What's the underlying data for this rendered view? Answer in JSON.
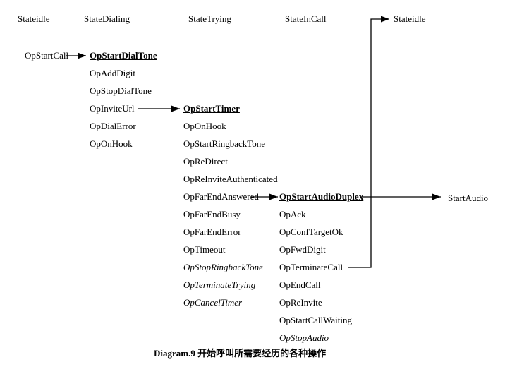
{
  "caption": "Diagram.9 开始呼叫所需要经历的各种操作",
  "columns": [
    {
      "header": "Stateidle",
      "items": [
        {
          "label": "OpStartCall",
          "style": "normal"
        }
      ]
    },
    {
      "header": "StateDialing",
      "items": [
        {
          "label": "OpStartDialTone",
          "style": "bold-underline"
        },
        {
          "label": "OpAddDigit",
          "style": "normal"
        },
        {
          "label": "OpStopDialTone",
          "style": "normal"
        },
        {
          "label": "OpInviteUrl",
          "style": "normal"
        },
        {
          "label": "OpDialError",
          "style": "normal"
        },
        {
          "label": "OpOnHook",
          "style": "normal"
        }
      ]
    },
    {
      "header": "StateTrying",
      "items": [
        {
          "label": "OpStartTimer",
          "style": "bold-underline"
        },
        {
          "label": "OpOnHook",
          "style": "normal"
        },
        {
          "label": "OpStartRingbackTone",
          "style": "normal"
        },
        {
          "label": "OpReDirect",
          "style": "normal"
        },
        {
          "label": "OpReInviteAuthenticated",
          "style": "normal"
        },
        {
          "label": "OpFarEndAnswered",
          "style": "normal"
        },
        {
          "label": "OpFarEndBusy",
          "style": "normal"
        },
        {
          "label": "OpFarEndError",
          "style": "normal"
        },
        {
          "label": "OpTimeout",
          "style": "normal"
        },
        {
          "label": "OpStopRingbackTone",
          "style": "italic"
        },
        {
          "label": "OpTerminateTrying",
          "style": "italic"
        },
        {
          "label": "OpCancelTimer",
          "style": "italic"
        }
      ]
    },
    {
      "header": "StateInCall",
      "items": [
        {
          "label": "OpStartAudioDuplex",
          "style": "bold-underline"
        },
        {
          "label": "OpAck",
          "style": "normal"
        },
        {
          "label": "OpConfTargetOk",
          "style": "normal"
        },
        {
          "label": "OpFwdDigit",
          "style": "normal"
        },
        {
          "label": "OpTerminateCall",
          "style": "normal"
        },
        {
          "label": "OpEndCall",
          "style": "normal"
        },
        {
          "label": "OpReInvite",
          "style": "normal"
        },
        {
          "label": "OpStartCallWaiting",
          "style": "normal"
        },
        {
          "label": "OpStopAudio",
          "style": "italic"
        }
      ]
    }
  ],
  "terminals": [
    {
      "label": "Stateidle"
    },
    {
      "label": "StartAudio"
    }
  ],
  "transitions": [
    {
      "from": "OpStartCall",
      "to": "OpStartDialTone"
    },
    {
      "from": "OpInviteUrl",
      "to": "OpStartTimer"
    },
    {
      "from": "OpFarEndAnswered",
      "to": "OpStartAudioDuplex"
    },
    {
      "from": "OpStartAudioDuplex",
      "to": "StartAudio"
    },
    {
      "from": "OpTerminateCall",
      "to": "Stateidle"
    }
  ],
  "colors": {
    "background": "#ffffff",
    "ink": "#000000"
  }
}
